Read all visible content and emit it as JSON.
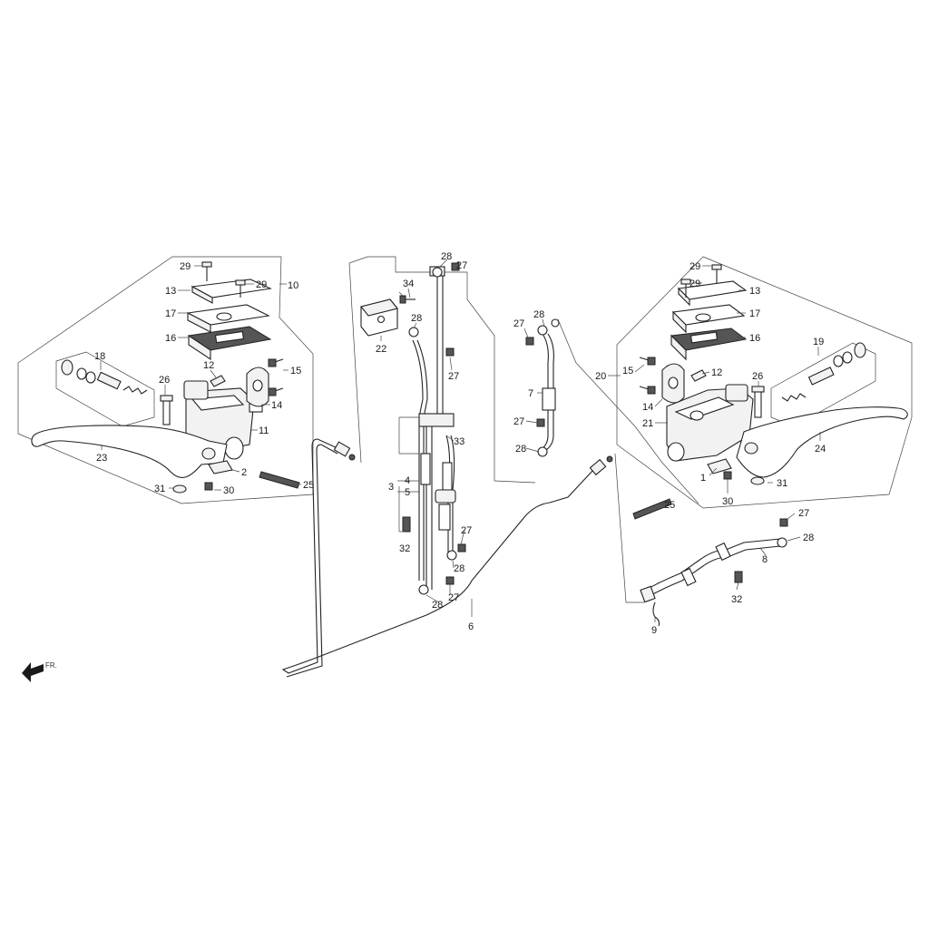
{
  "direction_label": "FR.",
  "callouts": [
    {
      "id": "l29a",
      "text": "29"
    },
    {
      "id": "l29b",
      "text": "29"
    },
    {
      "id": "l10",
      "text": "10"
    },
    {
      "id": "l13",
      "text": "13"
    },
    {
      "id": "l17",
      "text": "17"
    },
    {
      "id": "l16",
      "text": "16"
    },
    {
      "id": "l18",
      "text": "18"
    },
    {
      "id": "l12",
      "text": "12"
    },
    {
      "id": "l15",
      "text": "15"
    },
    {
      "id": "l26",
      "text": "26"
    },
    {
      "id": "l14",
      "text": "14"
    },
    {
      "id": "l11",
      "text": "11"
    },
    {
      "id": "l23",
      "text": "23"
    },
    {
      "id": "l2",
      "text": "2"
    },
    {
      "id": "l31",
      "text": "31"
    },
    {
      "id": "l30",
      "text": "30"
    },
    {
      "id": "l25",
      "text": "25"
    },
    {
      "id": "c28a",
      "text": "28"
    },
    {
      "id": "c27a",
      "text": "27"
    },
    {
      "id": "c34",
      "text": "34"
    },
    {
      "id": "c28b",
      "text": "28"
    },
    {
      "id": "c22",
      "text": "22"
    },
    {
      "id": "c27b",
      "text": "27"
    },
    {
      "id": "c33",
      "text": "33"
    },
    {
      "id": "c3",
      "text": "3"
    },
    {
      "id": "c4",
      "text": "4"
    },
    {
      "id": "c5",
      "text": "5"
    },
    {
      "id": "c32a",
      "text": "32"
    },
    {
      "id": "c27c",
      "text": "27"
    },
    {
      "id": "c28c",
      "text": "28"
    },
    {
      "id": "c28d",
      "text": "28"
    },
    {
      "id": "c27d",
      "text": "27"
    },
    {
      "id": "c6",
      "text": "6"
    },
    {
      "id": "m27a",
      "text": "27"
    },
    {
      "id": "m28a",
      "text": "28"
    },
    {
      "id": "m7",
      "text": "7"
    },
    {
      "id": "m27b",
      "text": "27"
    },
    {
      "id": "m28b",
      "text": "28"
    },
    {
      "id": "r29a",
      "text": "29"
    },
    {
      "id": "r29b",
      "text": "29"
    },
    {
      "id": "r13",
      "text": "13"
    },
    {
      "id": "r17",
      "text": "17"
    },
    {
      "id": "r16",
      "text": "16"
    },
    {
      "id": "r19",
      "text": "19"
    },
    {
      "id": "r20",
      "text": "20"
    },
    {
      "id": "r15",
      "text": "15"
    },
    {
      "id": "r12",
      "text": "12"
    },
    {
      "id": "r14",
      "text": "14"
    },
    {
      "id": "r26",
      "text": "26"
    },
    {
      "id": "r21",
      "text": "21"
    },
    {
      "id": "r24",
      "text": "24"
    },
    {
      "id": "r1",
      "text": "1"
    },
    {
      "id": "r31",
      "text": "31"
    },
    {
      "id": "r30",
      "text": "30"
    },
    {
      "id": "r25",
      "text": "25"
    },
    {
      "id": "b27",
      "text": "27"
    },
    {
      "id": "b28",
      "text": "28"
    },
    {
      "id": "b8",
      "text": "8"
    },
    {
      "id": "b32",
      "text": "32"
    },
    {
      "id": "b9",
      "text": "9"
    }
  ],
  "icons": {
    "front_arrow": "arrow-left-icon"
  }
}
